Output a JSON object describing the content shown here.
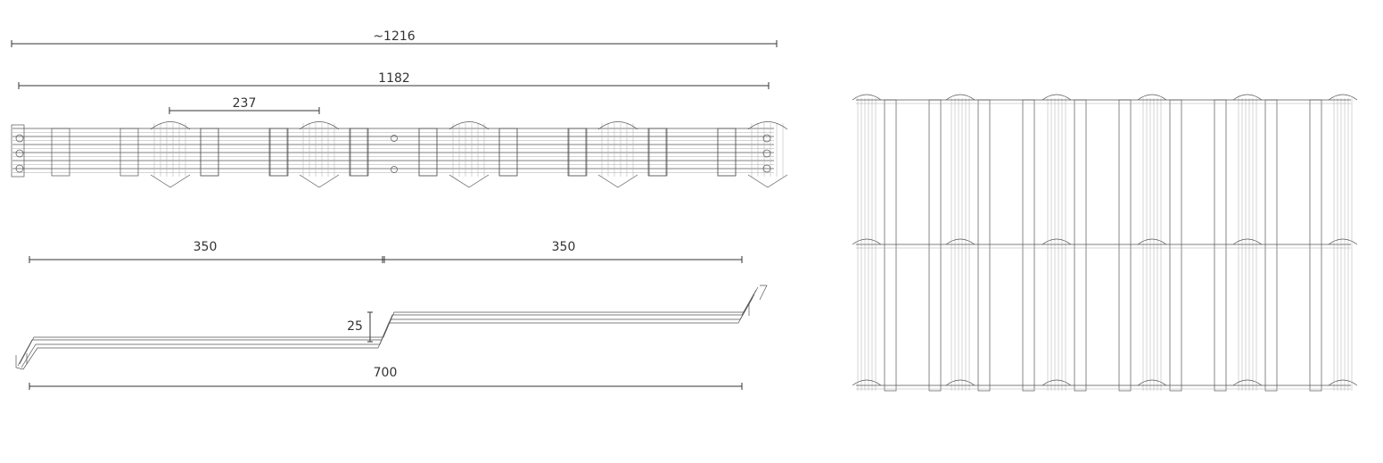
{
  "dimensions": {
    "total_width": "~1216",
    "effective_width": "1182",
    "wave_pitch": "237",
    "half_left": "350",
    "half_right": "350",
    "step_height": "25",
    "module_length": "700"
  },
  "colors": {
    "line": "#333333",
    "background": "#ffffff"
  }
}
